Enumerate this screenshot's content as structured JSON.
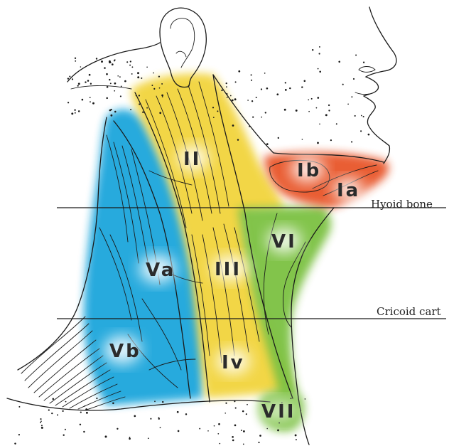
{
  "diagram": {
    "zones": [
      {
        "id": "Ia",
        "label": "Ia",
        "color": "#e8572a"
      },
      {
        "id": "Ib",
        "label": "Ib",
        "color": "#e8572a"
      },
      {
        "id": "II",
        "label": "II",
        "color": "#f2d43c"
      },
      {
        "id": "III",
        "label": "III",
        "color": "#f2d43c"
      },
      {
        "id": "IV",
        "label": "Iv",
        "color": "#f2d43c"
      },
      {
        "id": "Va",
        "label": "Va",
        "color": "#1fa6dc"
      },
      {
        "id": "Vb",
        "label": "Vb",
        "color": "#1fa6dc"
      },
      {
        "id": "VI",
        "label": "VI",
        "color": "#7cc142"
      },
      {
        "id": "VII",
        "label": "VII",
        "color": "#7cc142"
      }
    ],
    "reference_lines": [
      {
        "id": "hyoid",
        "label": "Hyoid bone"
      },
      {
        "id": "cricoid",
        "label": "Cricoid cart"
      }
    ]
  }
}
